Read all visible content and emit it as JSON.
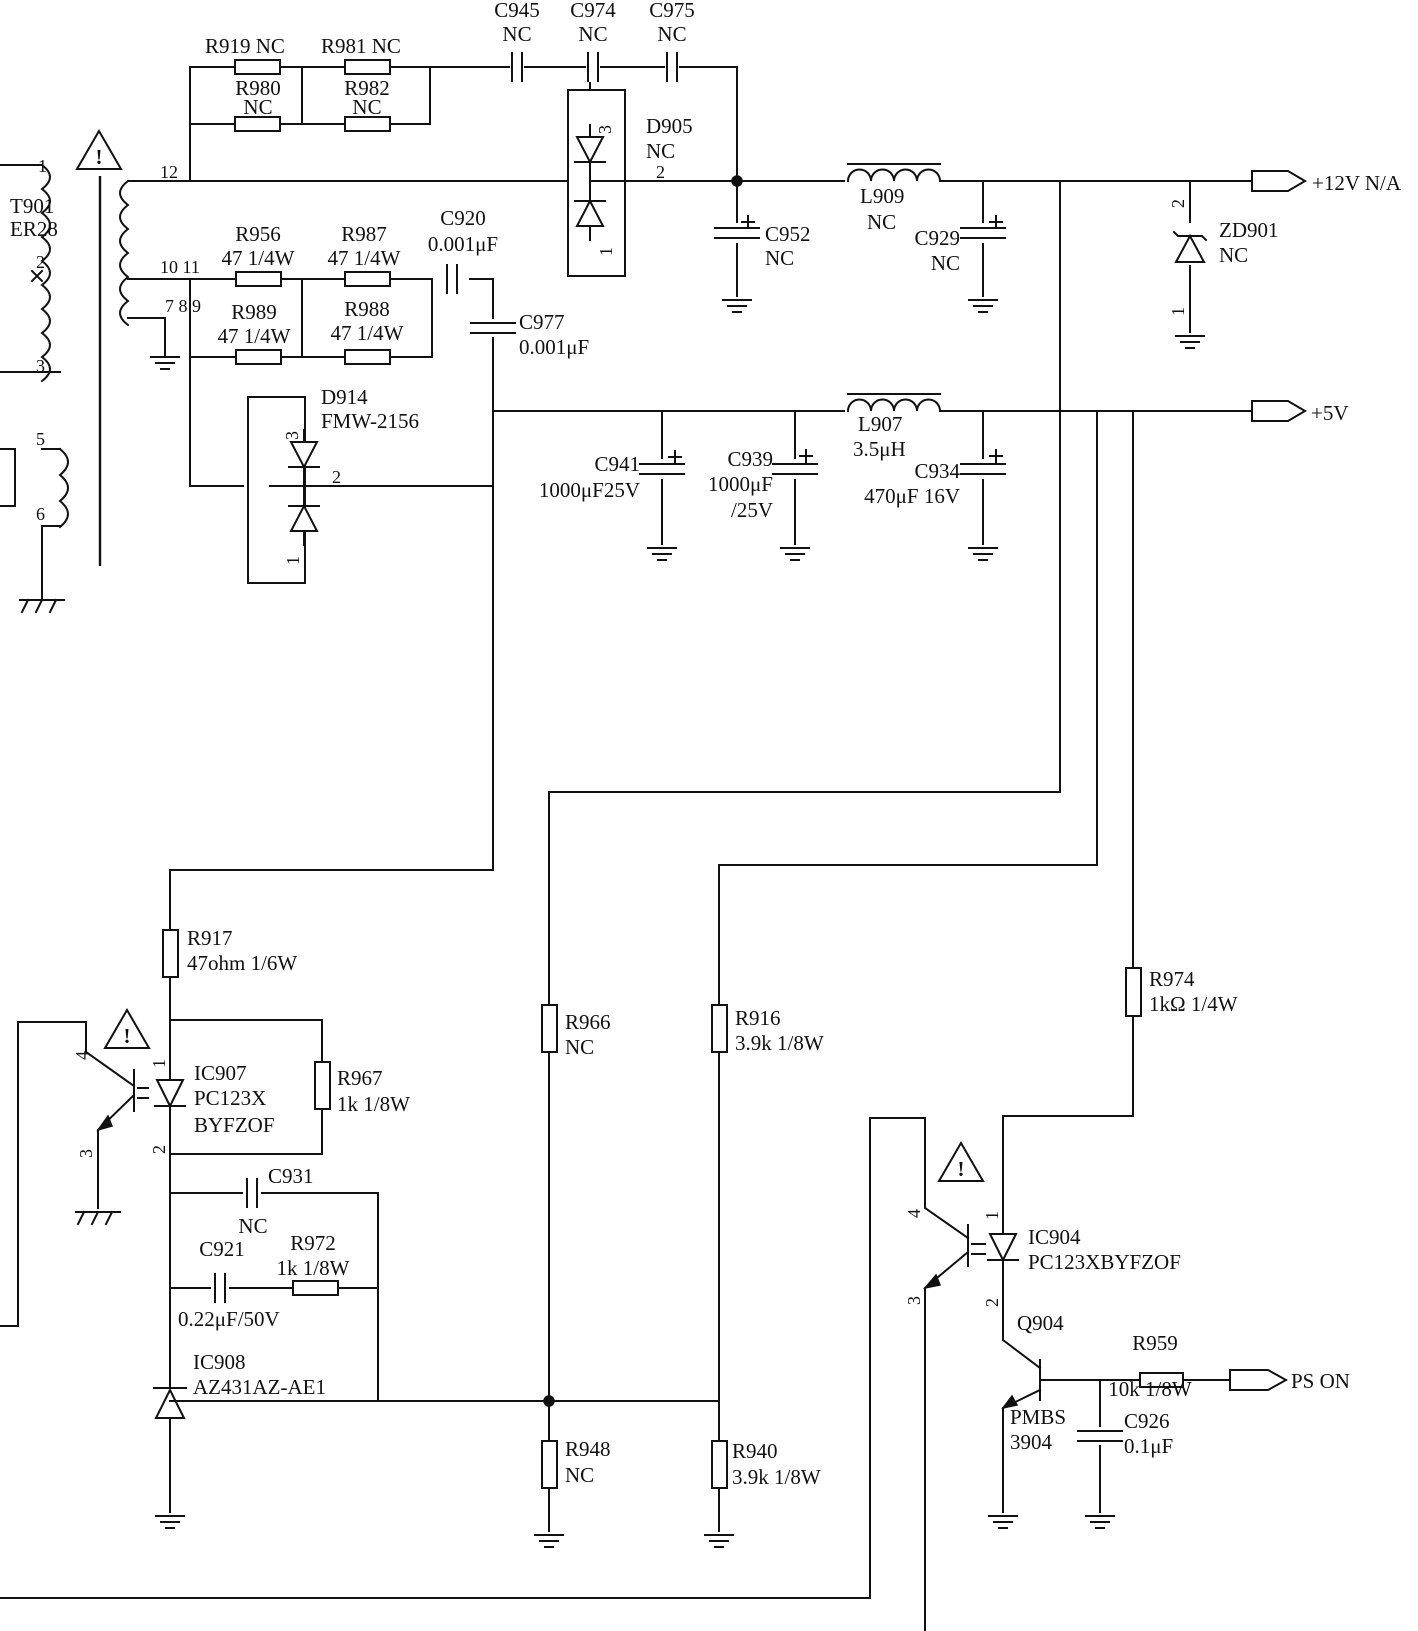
{
  "diagram": {
    "connectors": {
      "v12": "+12V N/A",
      "v5": "+5V",
      "pson": "PS ON"
    },
    "transformer": {
      "ref": "T901",
      "type": "ER28",
      "pins": [
        "1",
        "2",
        "3",
        "5",
        "6",
        "12",
        "10 11",
        "7 8 9"
      ]
    },
    "components": {
      "R919": "R919 NC",
      "R981": "R981 NC",
      "R980": [
        "R980",
        "NC"
      ],
      "R982": [
        "R982",
        "NC"
      ],
      "C945": [
        "C945",
        "NC"
      ],
      "C974": [
        "C974",
        "NC"
      ],
      "C975": [
        "C975",
        "NC"
      ],
      "D905": [
        "D905",
        "NC"
      ],
      "C952": [
        "C952",
        "NC"
      ],
      "L909": [
        "L909",
        "NC"
      ],
      "C929": [
        "C929",
        "NC"
      ],
      "ZD901": [
        "ZD901",
        "NC"
      ],
      "R956": [
        "R956",
        "47 1/4W"
      ],
      "R987": [
        "R987",
        "47 1/4W"
      ],
      "R989": [
        "R989",
        "47 1/4W"
      ],
      "R988": [
        "R988",
        "47 1/4W"
      ],
      "C920": [
        "C920",
        "0.001μF"
      ],
      "C977": [
        "C977",
        "0.001μF"
      ],
      "D914": [
        "D914",
        "FMW-2156"
      ],
      "C941": [
        "C941",
        "1000μF25V"
      ],
      "C939": [
        "C939",
        "1000μF",
        "/25V"
      ],
      "L907": [
        "L907",
        "3.5μH"
      ],
      "C934": [
        "C934",
        "470μF 16V"
      ],
      "R917": [
        "R917",
        "47ohm 1/6W"
      ],
      "IC907": [
        "IC907",
        "PC123X",
        "BYFZOF"
      ],
      "R967": [
        "R967",
        "1k 1/8W"
      ],
      "C931": [
        "C931",
        "NC"
      ],
      "C921": [
        "C921",
        "0.22μF/50V"
      ],
      "R972": [
        "R972",
        "1k 1/8W"
      ],
      "IC908": [
        "IC908",
        "AZ431AZ-AE1"
      ],
      "R966": [
        "R966",
        "NC"
      ],
      "R916": [
        "R916",
        "3.9k 1/8W"
      ],
      "R948": [
        "R948",
        "NC"
      ],
      "R940": [
        "R940",
        "3.9k 1/8W"
      ],
      "R974": [
        "R974",
        "1kΩ 1/4W"
      ],
      "IC904": [
        "IC904",
        "PC123XBYFZOF"
      ],
      "Q904": [
        "Q904",
        "PMBS",
        "3904"
      ],
      "R959": [
        "R959",
        "10k 1/8W"
      ],
      "C926": [
        "C926",
        "0.1μF"
      ]
    },
    "pin_numbers": {
      "d905_p3": "3",
      "d905_p2": "2",
      "d905_p1": "1",
      "d914_p3": "3",
      "d914_p2": "2",
      "d914_p1": "1",
      "zd901_p2": "2",
      "zd901_p1": "1",
      "ic907_p4": "4",
      "ic907_p3": "3",
      "ic907_p1": "1",
      "ic907_p2": "2",
      "ic904_p4": "4",
      "ic904_p3": "3",
      "ic904_p1": "1",
      "ic904_p2": "2"
    },
    "warning_symbol": "!"
  }
}
